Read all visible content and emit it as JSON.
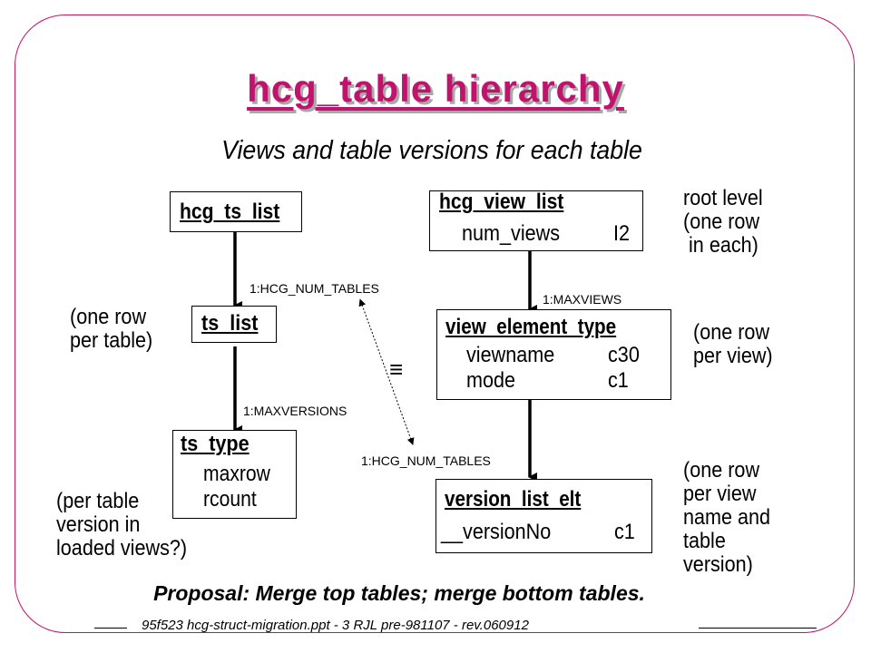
{
  "title": "hcg_table hierarchy",
  "subtitle": "Views and  table versions for each table",
  "tables": {
    "ts_list_root": {
      "name": "hcg_ts_list"
    },
    "ts_list": {
      "name": "ts_list"
    },
    "ts_type": {
      "name": "ts_type",
      "fields": [
        "maxrow",
        "rcount"
      ]
    },
    "view_list": {
      "name": "hcg_view_list",
      "fields": [
        {
          "name": "num_views",
          "type": "I2"
        }
      ]
    },
    "view_element_type": {
      "name": "view_element_type",
      "fields": [
        {
          "name": "viewname",
          "type": "c30"
        },
        {
          "name": "mode",
          "type": "c1"
        }
      ]
    },
    "version_list_elt": {
      "name": "version_list_elt",
      "fields": [
        {
          "name": "__versionNo",
          "type": "c1"
        }
      ]
    }
  },
  "edges": {
    "ts_root_to_ts_list": "1:HCG_NUM_TABLES",
    "ts_list_to_ts_type": "1:MAXVERSIONS",
    "view_list_to_view_element": "1:MAXVIEWS",
    "view_element_to_version": "1:HCG_NUM_TABLES"
  },
  "equivalence_symbol": "≡",
  "notes": {
    "root_level": [
      "root level",
      "(one row",
      " in each)"
    ],
    "per_table": [
      "(one row",
      "per table)"
    ],
    "per_view": [
      "(one row",
      "per view)"
    ],
    "per_table_version": [
      "(per table",
      "version in",
      "loaded views?)"
    ],
    "per_view_name_version": [
      "(one row",
      "per view",
      "name and",
      "table",
      "version)"
    ]
  },
  "proposal": "Proposal: Merge top tables; merge bottom tables.",
  "footer": "95f523  hcg-struct-migration.ppt - 3 RJL pre-981107 - rev.060912",
  "colors": {
    "accent": "#c0136e",
    "shadow": "#a9a9a9",
    "ink": "#000000"
  }
}
